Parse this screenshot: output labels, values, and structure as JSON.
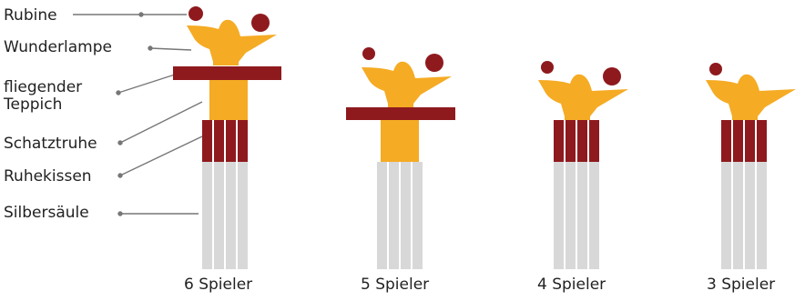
{
  "labels": {
    "rubine": "Rubine",
    "wunderlampe": "Wunderlampe",
    "teppich_line1": "fliegender",
    "teppich_line2": "Teppich",
    "schatztruhe": "Schatztruhe",
    "ruhekissen": "Ruhekissen",
    "silbersaeule": "Silbersäule"
  },
  "captions": [
    "6 Spieler",
    "5 Spieler",
    "4 Spieler",
    "3 Spieler"
  ],
  "colors": {
    "lamp": "#f5ab24",
    "ruby": "#8e1a1e",
    "carpet": "#8e1a1e",
    "chest": "#8e1a1e",
    "pillar": "#d8d8d8",
    "leader": "#777777"
  }
}
